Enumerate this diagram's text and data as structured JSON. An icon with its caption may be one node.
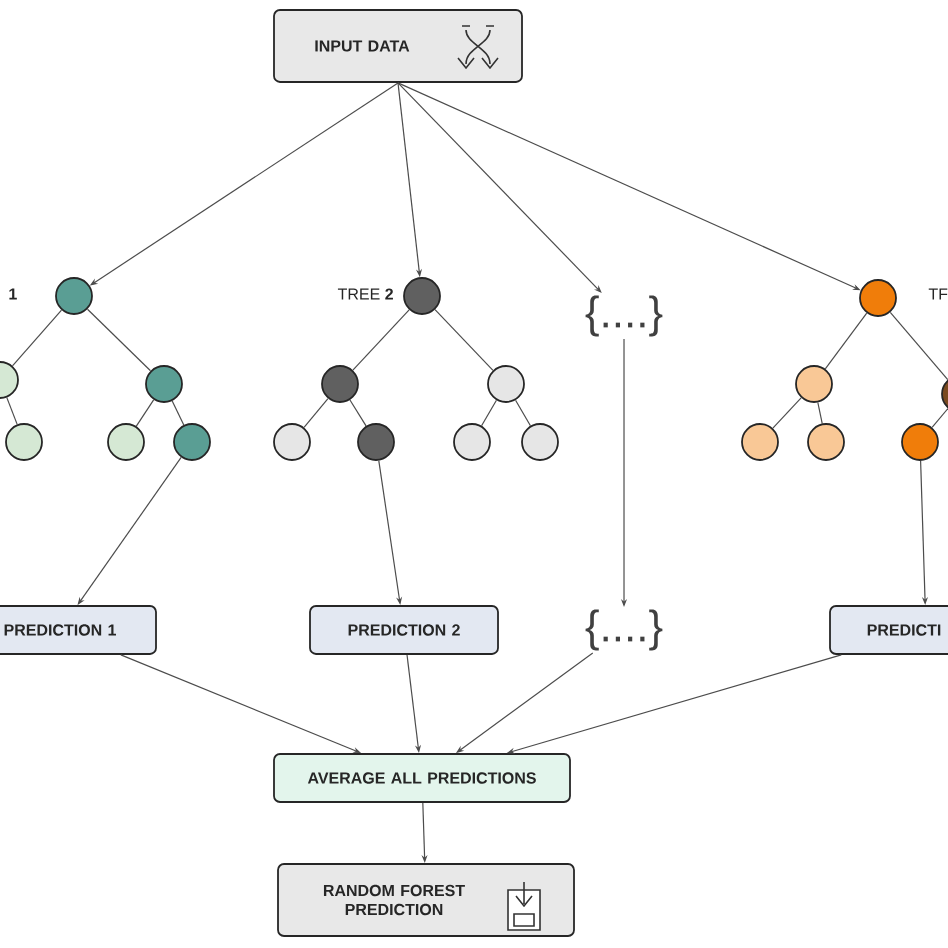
{
  "diagram": {
    "nodes": [
      {
        "text": [
          "INPUT DATA"
        ]
      },
      {
        "text": [],
        "shape": "circle",
        "beside": [
          "**1**"
        ]
      },
      {
        "text": [],
        "shape": "circle"
      },
      {
        "text": [],
        "shape": "circle"
      },
      {
        "text": [],
        "shape": "circle"
      },
      {
        "text": [],
        "shape": "circle"
      },
      {
        "text": [],
        "shape": "circle"
      },
      {
        "text": [],
        "shape": "circle",
        "beside": [
          "TREE **2**"
        ]
      },
      {
        "text": [],
        "shape": "circle"
      },
      {
        "text": [],
        "shape": "circle"
      },
      {
        "text": [],
        "shape": "circle"
      },
      {
        "text": [],
        "shape": "circle"
      },
      {
        "text": [],
        "shape": "circle"
      },
      {
        "text": [],
        "shape": "circle"
      },
      {
        "text": [
          "{....}"
        ]
      },
      {
        "text": [],
        "shape": "circle",
        "beside": [
          "TF"
        ]
      },
      {
        "text": [],
        "shape": "circle"
      },
      {
        "text": [],
        "shape": "circle"
      },
      {
        "text": [],
        "shape": "circle"
      },
      {
        "text": [],
        "shape": "circle"
      },
      {
        "text": [],
        "shape": "circle"
      },
      {
        "text": [
          "PREDICTION **1**"
        ]
      },
      {
        "text": [
          "PREDICTION **2**"
        ]
      },
      {
        "text": [
          "{....}"
        ]
      },
      {
        "text": [
          "PREDICTI"
        ]
      },
      {
        "text": [
          "AVERAGE ALL PREDICTIONS"
        ]
      },
      {
        "text": [
          "RANDOM FOREST PREDICTION"
        ]
      }
    ],
    "edges": [
      {
        "from": 0,
        "to": 1,
        "arrow": "to"
      },
      {
        "from": 0,
        "to": 7,
        "arrow": "to"
      },
      {
        "from": 0,
        "to": 14,
        "arrow": "to"
      },
      {
        "from": 0,
        "to": 15,
        "arrow": "to"
      },
      {
        "from": 1,
        "to": 2,
        "arrow": "none"
      },
      {
        "from": 1,
        "to": 3,
        "arrow": "none"
      },
      {
        "from": 2,
        "to": 4,
        "arrow": "none"
      },
      {
        "from": 3,
        "to": 5,
        "arrow": "none"
      },
      {
        "from": 3,
        "to": 6,
        "arrow": "none"
      },
      {
        "from": 7,
        "to": 8,
        "arrow": "none"
      },
      {
        "from": 7,
        "to": 9,
        "arrow": "none"
      },
      {
        "from": 8,
        "to": 10,
        "arrow": "none"
      },
      {
        "from": 8,
        "to": 11,
        "arrow": "none"
      },
      {
        "from": 9,
        "to": 12,
        "arrow": "none"
      },
      {
        "from": 9,
        "to": 13,
        "arrow": "none"
      },
      {
        "from": 15,
        "to": 16,
        "arrow": "none"
      },
      {
        "from": 15,
        "to": 17,
        "arrow": "none"
      },
      {
        "from": 16,
        "to": 18,
        "arrow": "none"
      },
      {
        "from": 16,
        "to": 19,
        "arrow": "none"
      },
      {
        "from": 17,
        "to": 20,
        "arrow": "none"
      },
      {
        "from": 6,
        "to": 21,
        "arrow": "to"
      },
      {
        "from": 11,
        "to": 22,
        "arrow": "to"
      },
      {
        "from": 14,
        "to": 23,
        "arrow": "to"
      },
      {
        "from": 20,
        "to": 24,
        "arrow": "to"
      },
      {
        "from": 21,
        "to": 25,
        "arrow": "to"
      },
      {
        "from": 22,
        "to": 25,
        "arrow": "to"
      },
      {
        "from": 23,
        "to": 25,
        "arrow": "to"
      },
      {
        "from": 24,
        "to": 25,
        "arrow": "to"
      },
      {
        "from": 25,
        "to": 26,
        "arrow": "to"
      }
    ]
  }
}
